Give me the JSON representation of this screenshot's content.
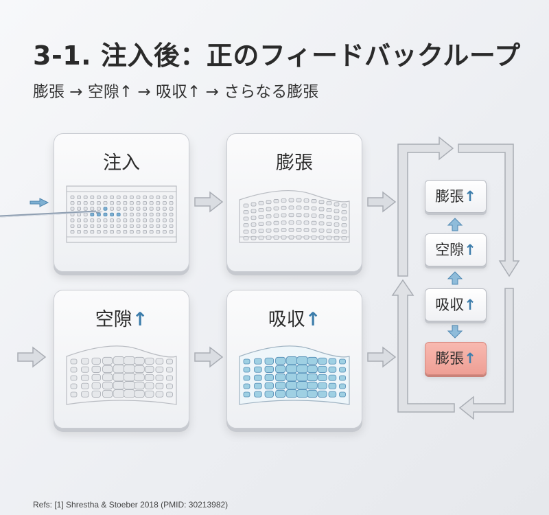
{
  "title": "3-1. 注入後：正のフィードバックループ",
  "subtitle": "膨張 → 空隙↑ → 吸収↑ → さらなる膨張",
  "panels": [
    {
      "label": "注入",
      "arrow": ""
    },
    {
      "label": "膨張",
      "arrow": ""
    },
    {
      "label": "空隙",
      "arrow": "↑"
    },
    {
      "label": "吸収",
      "arrow": "↑"
    }
  ],
  "loop": [
    {
      "label": "膨張",
      "arrow": "↑"
    },
    {
      "label": "空隙",
      "arrow": "↑"
    },
    {
      "label": "吸収",
      "arrow": "↑"
    },
    {
      "label": "膨張",
      "arrow": "↑"
    }
  ],
  "colors": {
    "accent": "#3d7dab",
    "highlight": "#f2a89e",
    "fluid": "#9fd0e3"
  },
  "refs": "Refs: [1] Shrestha & Stoeber 2018 (PMID: 30213982)"
}
